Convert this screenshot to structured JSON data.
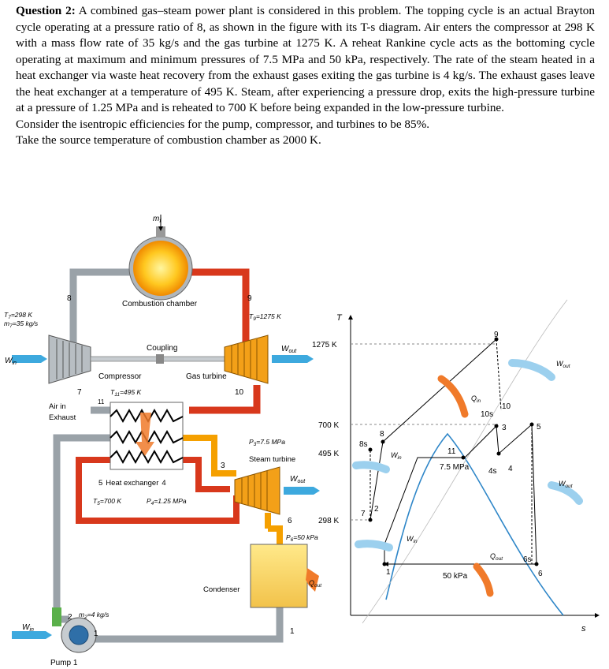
{
  "problem": {
    "heading": "Question 2:",
    "para1": " A combined gas–steam power plant is considered in this problem. The topping cycle is an actual Brayton cycle operating at a pressure ratio of 8, as shown in the figure with its T-s diagram. Air enters the compressor at 298 K with a mass flow rate of 35 kg/s and the gas turbine at 1275 K. A reheat Rankine cycle acts as the bottoming cycle operating at maximum and minimum pressures of 7.5 MPa and 50 kPa, respectively. The rate of the steam heated in a heat exchanger via waste heat recovery from the exhaust gases exiting the gas turbine is 4 kg/s. The exhaust gases leave the heat exchanger at a temperature of 495 K. Steam, after experiencing a pressure drop, exits the high-pressure turbine at a pressure of 1.25 MPa and is reheated to 700 K before being expanded in the low-pressure turbine.",
    "line2": "Consider the isentropic efficiencies for the pump, compressor, and turbines to be 85%.",
    "line3": "Take the source temperature of combustion chamber as 2000 K."
  },
  "schematic": {
    "fuel": "m",
    "fuel_sub": "f",
    "combustion_chamber": "Combustion chamber",
    "coupling": "Coupling",
    "compressor": "Compressor",
    "gas_turbine": "Gas turbine",
    "state7_T": "T",
    "state7_T_sub": "7",
    "state7_T_val": "=298 K",
    "state7_m": "m",
    "state7_m_sub": "7",
    "state7_m_val": "=35 kg/s",
    "state9_T": "T",
    "state9_T_sub": "9",
    "state9_T_val": "=1275 K",
    "state11_T": "T",
    "state11_T_sub": "11",
    "state11_T_val": "=495 K",
    "win": "W",
    "win_sub": "in",
    "wout": "W",
    "wout_sub": "out",
    "air_in": "Air in",
    "exhaust": "Exhaust",
    "n8": "8",
    "n9": "9",
    "n7": "7",
    "n10": "10",
    "n11": "11",
    "n3": "3",
    "n5": "5",
    "n6": "6",
    "n2": "2",
    "n1": "1",
    "hx": "Heat exchanger",
    "hx5": "5",
    "hx4": "4",
    "T5": "T",
    "T5_sub": "5",
    "T5_val": "=700 K",
    "P4": "P",
    "P4_sub": "4",
    "P4_val": "=1.25 MPa",
    "P3": "P",
    "P3_sub": "3",
    "P3_val": "=7.5 MPa",
    "steam_turbine": "Steam turbine",
    "P6": "P",
    "P6_sub": "6",
    "P6_val": "=50 kPa",
    "condenser": "Condenser",
    "qout": "Q",
    "qout_sub": "out",
    "m2": "m",
    "m2_sub": "2",
    "m2_val": "=4 kg/s",
    "pump": "Pump 1"
  },
  "ts": {
    "t_axis": "T",
    "s_axis": "s",
    "t1275": "1275 K",
    "t700": "700 K",
    "t495": "495 K",
    "t298": "298 K",
    "p75": "7.5 MPa",
    "p50": "50 kPa",
    "qin": "Q",
    "qin_sub": "in",
    "qout": "Q",
    "qout_sub": "out",
    "win": "W",
    "win_sub": "in",
    "wout": "W",
    "wout_sub": "out",
    "s9": "9",
    "s8": "8",
    "s8s": "8s",
    "s7": "7",
    "s2": "2",
    "s1": "1",
    "s11": "11",
    "s10": "10",
    "s10s": "10s",
    "s3": "3",
    "s4": "4",
    "s4s": "4s",
    "s5": "5",
    "s6": "6",
    "s6s": "6s"
  }
}
